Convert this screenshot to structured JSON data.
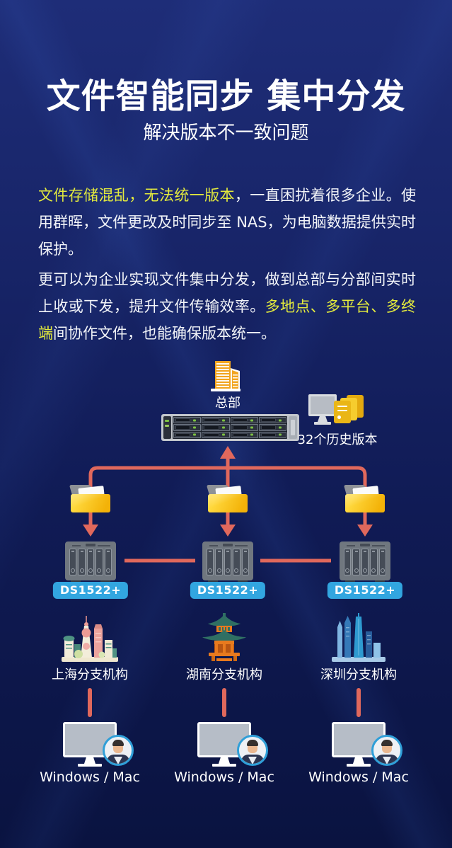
{
  "header": {
    "title": "文件智能同步 集中分发",
    "subtitle": "解决版本不一致问题"
  },
  "intro": {
    "p1_highlight": "文件存储混乱，无法统一版本",
    "p1_rest": "，一直困扰着很多企业。使用群晖，文件更改及时同步至 NAS，为电脑数据提供实时保护。",
    "p2_part1": "更可以为企业实现文件集中分发，做到总部与分部间实时上收或下发，提升文件传输效率。",
    "p2_highlight": "多地点、多平台、多终端",
    "p2_part2": "间协作文件，也能确保版本统一。"
  },
  "diagram": {
    "hq": {
      "label": "总部",
      "icon": "office-building-icon",
      "server_icon": "rackstation-server-icon"
    },
    "versions": {
      "label": "32个历史版本",
      "icon": "monitor-with-documents-icon"
    },
    "branches": [
      {
        "model": "DS1522+",
        "location": "上海分支机构",
        "client": "Windows / Mac",
        "landmark_icon": "shanghai-skyline-icon",
        "nas_icon": "ds1522-nas-icon",
        "folder_icon": "shared-folder-icon",
        "client_icon": "desktop-user-icon"
      },
      {
        "model": "DS1522+",
        "location": "湖南分支机构",
        "client": "Windows / Mac",
        "landmark_icon": "hunan-pagoda-icon",
        "nas_icon": "ds1522-nas-icon",
        "folder_icon": "shared-folder-icon",
        "client_icon": "desktop-user-icon"
      },
      {
        "model": "DS1522+",
        "location": "深圳分支机构",
        "client": "Windows / Mac",
        "landmark_icon": "shenzhen-skyline-icon",
        "nas_icon": "ds1522-nas-icon",
        "folder_icon": "shared-folder-icon",
        "client_icon": "desktop-user-icon"
      }
    ]
  },
  "colors": {
    "background_top": "#1e2d78",
    "background_bottom": "#0a1340",
    "highlight_yellow": "#e3ea3d",
    "arrow_red": "#e0685c",
    "badge_blue": "#32a6e0",
    "folder_yellow": "#f3b208",
    "building_orange": "#f2a51f",
    "text_white": "#ffffff"
  }
}
